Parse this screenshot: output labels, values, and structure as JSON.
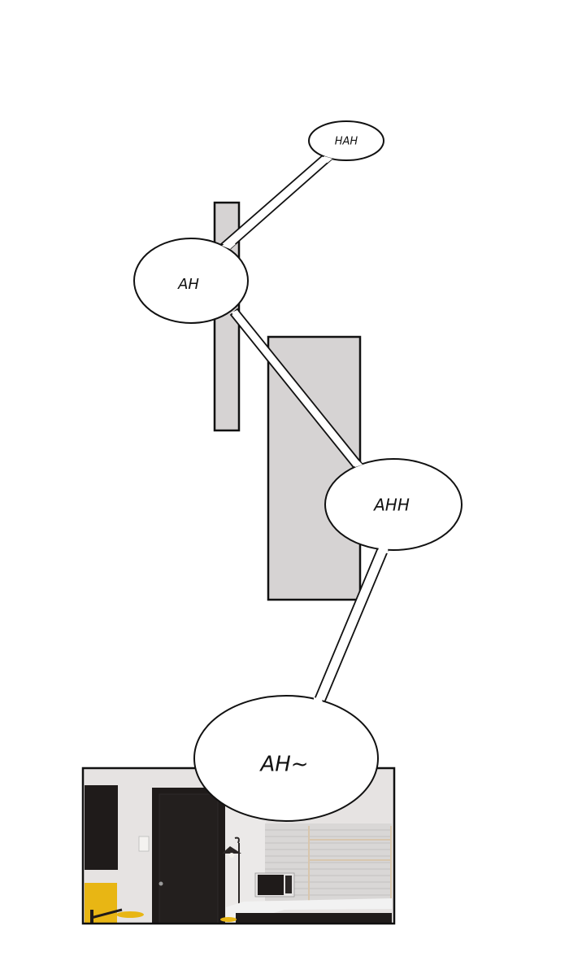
{
  "page": {
    "background": "#ffffff",
    "panel_fill": "#d6d3d3",
    "outline": "#111111"
  },
  "bubbles": [
    {
      "id": "hah",
      "text": "HAH"
    },
    {
      "id": "ah",
      "text": "AH"
    },
    {
      "id": "ahh",
      "text": "AHH"
    },
    {
      "id": "ah-tilde",
      "text": "AH~"
    }
  ],
  "scene": {
    "description": "Apartment interior panel: dark door, wall frame, yellow chair, floor lamp, microwave, tiled kitchen wall with shelves",
    "colors": {
      "wall": "#e6e3e2",
      "dark": "#1f1b1a",
      "yellow": "#e8b614",
      "tile": "#d9d7d6",
      "counter": "#f2f2f2",
      "wood": "#d8c6ae"
    }
  }
}
